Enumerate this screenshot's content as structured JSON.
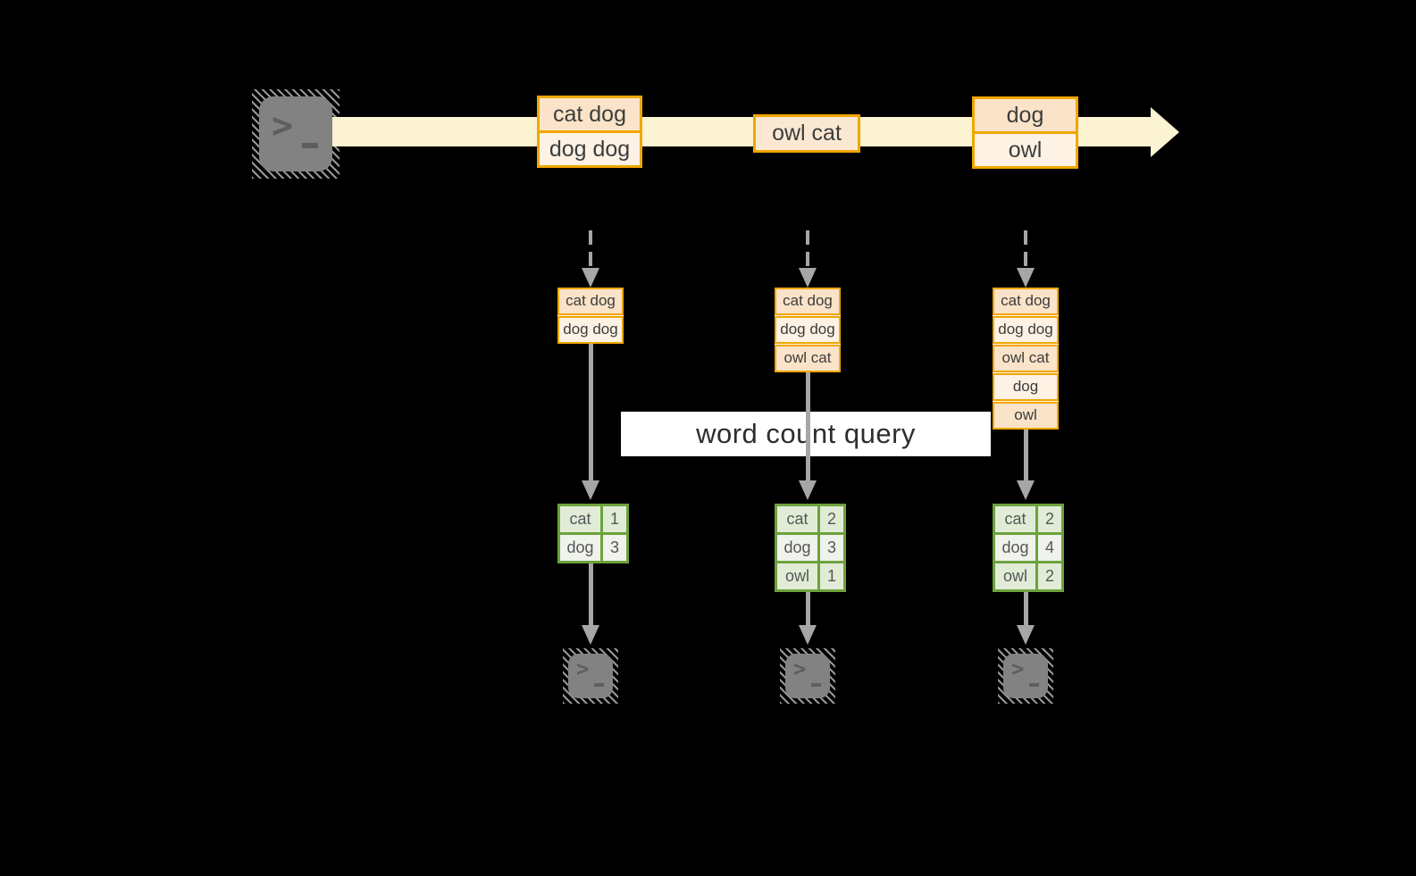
{
  "query_label": "word count query",
  "stream": {
    "source_icon": "terminal-icon",
    "events": [
      {
        "rows": [
          "cat dog",
          "dog dog"
        ]
      },
      {
        "rows": [
          "owl cat"
        ]
      },
      {
        "rows": [
          "dog",
          "owl"
        ]
      }
    ]
  },
  "pipelines": [
    {
      "buffer": [
        "cat dog",
        "dog dog"
      ],
      "counts": [
        {
          "word": "cat",
          "count": "1"
        },
        {
          "word": "dog",
          "count": "3"
        }
      ],
      "sink_icon": "terminal-icon"
    },
    {
      "buffer": [
        "cat dog",
        "dog dog",
        "owl cat"
      ],
      "counts": [
        {
          "word": "cat",
          "count": "2"
        },
        {
          "word": "dog",
          "count": "3"
        },
        {
          "word": "owl",
          "count": "1"
        }
      ],
      "sink_icon": "terminal-icon"
    },
    {
      "buffer": [
        "cat dog",
        "dog dog",
        "owl cat",
        "dog",
        "owl"
      ],
      "counts": [
        {
          "word": "cat",
          "count": "2"
        },
        {
          "word": "dog",
          "count": "4"
        },
        {
          "word": "owl",
          "count": "2"
        }
      ],
      "sink_icon": "terminal-icon"
    }
  ],
  "colors": {
    "background": "#000000",
    "accent_orange": "#f1a700",
    "fill_peach": "#fae3c8",
    "fill_cream": "#fdf2e4",
    "fill_peach_light": "#fbe8d3",
    "stream_band": "#fcf3d3",
    "accent_green": "#6ca23c",
    "green_fill_dark": "#e1ecd7",
    "green_fill_light": "#eff3eb",
    "arrow_gray": "#a6a6a6",
    "terminal_gray": "#828282",
    "query_box_bg": "#ffffff"
  }
}
